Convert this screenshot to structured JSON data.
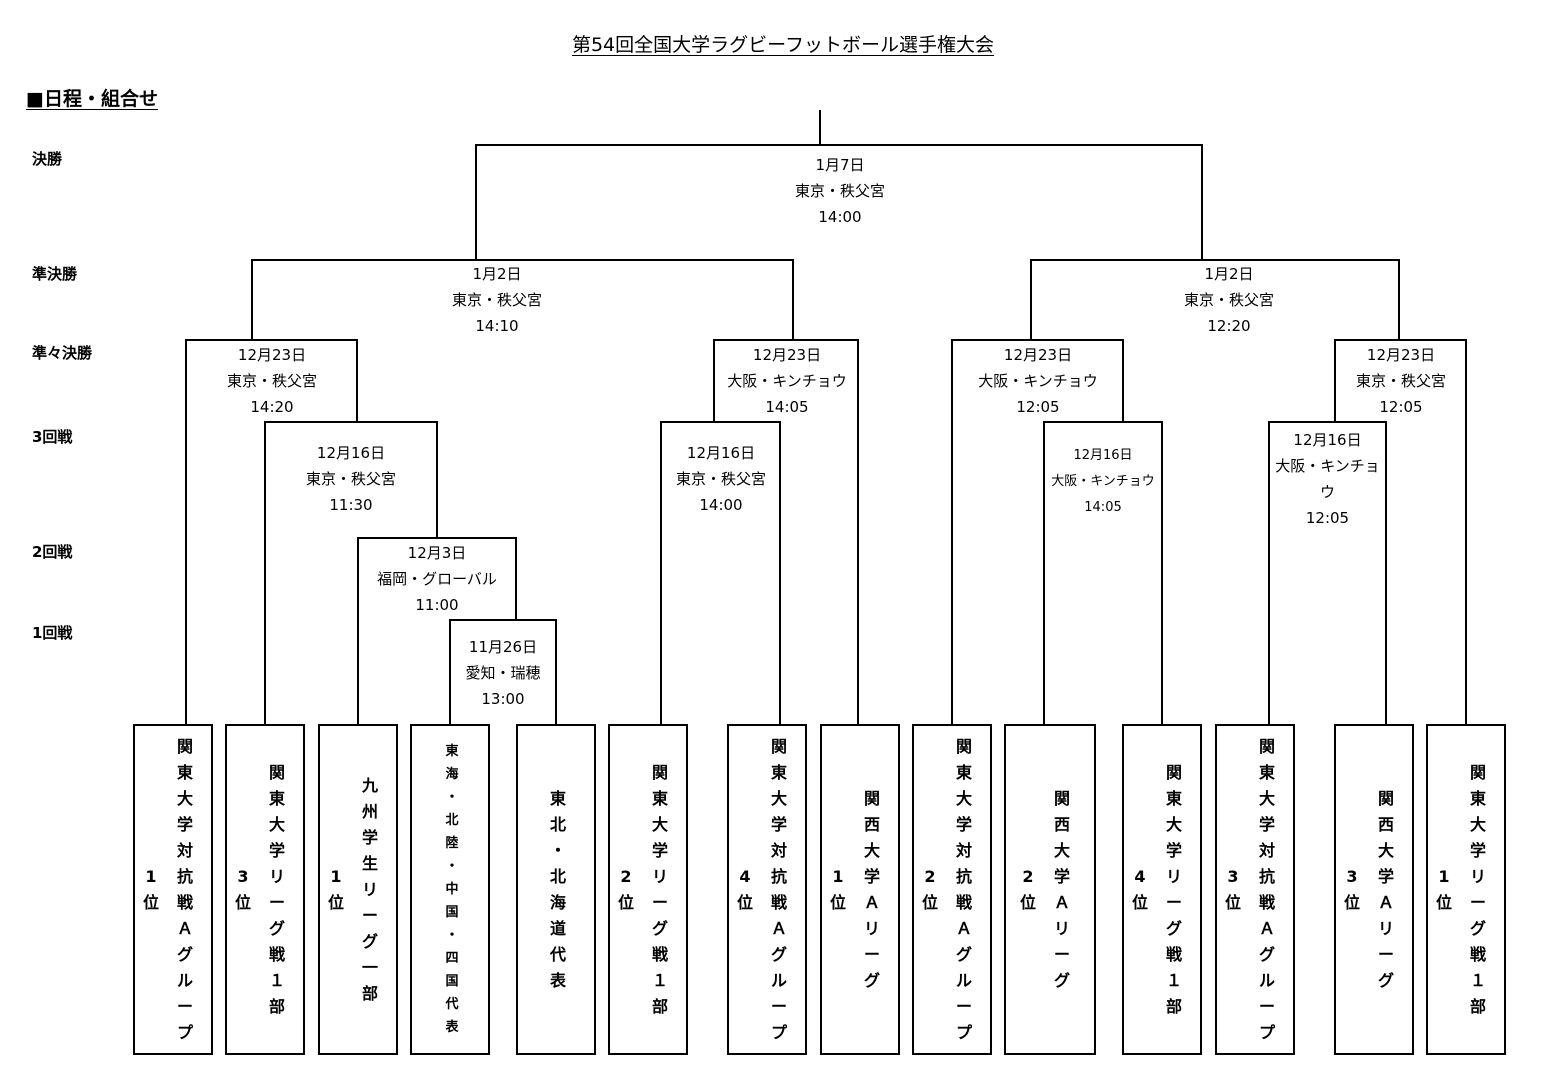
{
  "title": "第54回全国大学ラグビーフットボール選手権大会",
  "section": "■日程・組合せ",
  "rounds": {
    "final": "決勝",
    "semifinal": "準決勝",
    "quarterfinal": "準々決勝",
    "third": "3回戦",
    "second": "2回戦",
    "first": "1回戦"
  },
  "matches": [
    {
      "id": "final",
      "date": "1月7日",
      "venue": "東京・秩父宮",
      "time": "14:00"
    },
    {
      "id": "sf1",
      "date": "1月2日",
      "venue": "東京・秩父宮",
      "time": "14:10"
    },
    {
      "id": "sf2",
      "date": "1月2日",
      "venue": "東京・秩父宮",
      "time": "12:20"
    },
    {
      "id": "qf1",
      "date": "12月23日",
      "venue": "東京・秩父宮",
      "time": "14:20"
    },
    {
      "id": "qf2",
      "date": "12月23日",
      "venue": "大阪・キンチョウ",
      "time": "14:05"
    },
    {
      "id": "qf3",
      "date": "12月23日",
      "venue": "大阪・キンチョウ",
      "time": "12:05"
    },
    {
      "id": "qf4",
      "date": "12月23日",
      "venue": "東京・秩父宮",
      "time": "12:05"
    },
    {
      "id": "r3a",
      "date": "12月16日",
      "venue": "東京・秩父宮",
      "time": "11:30"
    },
    {
      "id": "r3b",
      "date": "12月16日",
      "venue": "東京・秩父宮",
      "time": "14:00"
    },
    {
      "id": "r3c",
      "date": "12月16日",
      "venue": "大阪・キンチョウ",
      "time": "14:05"
    },
    {
      "id": "r3d",
      "date": "12月16日",
      "venue": "大阪・キンチョ",
      "venue2": "ウ",
      "time": "12:05"
    },
    {
      "id": "r2",
      "date": "12月3日",
      "venue": "福岡・グローバル",
      "time": "11:00"
    },
    {
      "id": "r1",
      "date": "11月26日",
      "venue": "愛知・瑞穂",
      "time": "13:00"
    }
  ],
  "teams": [
    {
      "id": "t1",
      "name": "関東大学対抗戦Aグループ",
      "rank": "1位"
    },
    {
      "id": "t2",
      "name": "関東大学リーグ戦1部",
      "rank": "3位"
    },
    {
      "id": "t3",
      "name": "九州学生リーグ一部",
      "rank": "1位"
    },
    {
      "id": "t4",
      "name": "東海・北陸・中国・四国代表",
      "rank": ""
    },
    {
      "id": "t5",
      "name": "東北・北海道代表",
      "rank": ""
    },
    {
      "id": "t6",
      "name": "関東大学リーグ戦1部",
      "rank": "2位"
    },
    {
      "id": "t7",
      "name": "関東大学対抗戦Aグループ",
      "rank": "4位"
    },
    {
      "id": "t8",
      "name": "関西大学Aリーグ",
      "rank": "1位"
    },
    {
      "id": "t9",
      "name": "関東大学対抗戦Aグループ",
      "rank": "2位"
    },
    {
      "id": "t10",
      "name": "関西大学Aリーグ",
      "rank": "2位"
    },
    {
      "id": "t11",
      "name": "関東大学リーグ戦1部",
      "rank": "4位"
    },
    {
      "id": "t12",
      "name": "関東大学対抗戦Aグループ",
      "rank": "3位"
    },
    {
      "id": "t13",
      "name": "関西大学Aリーグ",
      "rank": "3位"
    },
    {
      "id": "t14",
      "name": "関東大学リーグ戦1部",
      "rank": "1位"
    }
  ]
}
